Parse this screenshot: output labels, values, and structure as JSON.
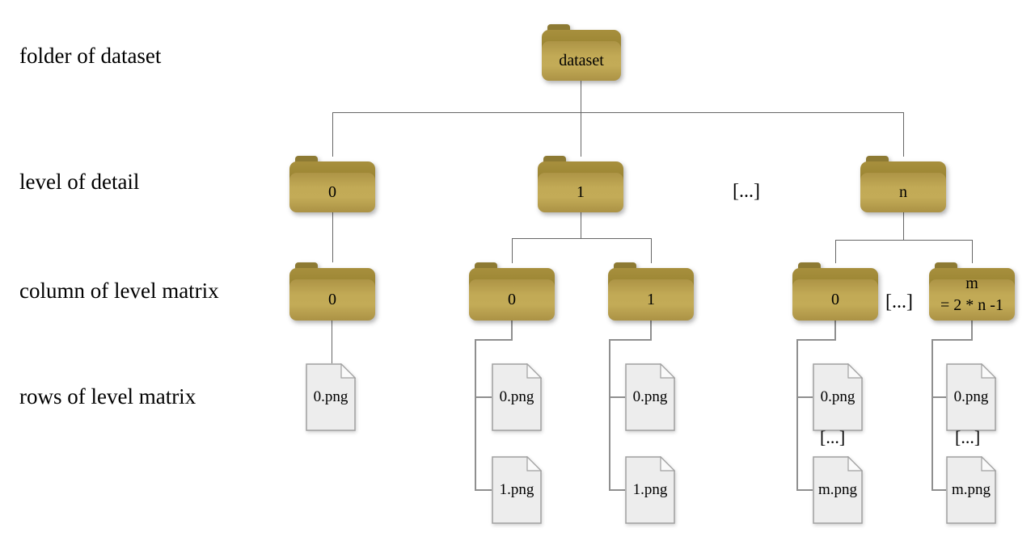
{
  "labels": {
    "folder_of_dataset": "folder of dataset",
    "level_of_detail": "level of detail",
    "column_of_level_matrix": "column of level matrix",
    "rows_of_level_matrix": "rows of level matrix"
  },
  "tree": {
    "root": {
      "label": "dataset"
    },
    "level2": {
      "f0": "0",
      "f1": "1",
      "ellipsis": "[...]",
      "fn": "n"
    },
    "level3": {
      "c00": "0",
      "c10": "0",
      "c11": "1",
      "ellipsis": "[...]",
      "cn0": "0",
      "cnm_line1": "m",
      "cnm_line2": "= 2 * n -1"
    },
    "level4": {
      "g0": {
        "files": [
          "0.png"
        ]
      },
      "g10": {
        "files": [
          "0.png",
          "1.png"
        ]
      },
      "g11": {
        "files": [
          "0.png",
          "1.png"
        ]
      },
      "gn0": {
        "files": [
          "0.png",
          "m.png"
        ],
        "ellipsis": "[...]"
      },
      "gnm": {
        "files": [
          "0.png",
          "m.png"
        ],
        "ellipsis": "[...]"
      }
    }
  },
  "colors": {
    "folder_front": "#bda452",
    "folder_flap": "#9c8735",
    "folder_tab": "#8d7a33",
    "file_fill": "#ededed",
    "file_stroke": "#a0a0a0",
    "connector": "#666666",
    "text": "#000000",
    "background": "#ffffff"
  }
}
